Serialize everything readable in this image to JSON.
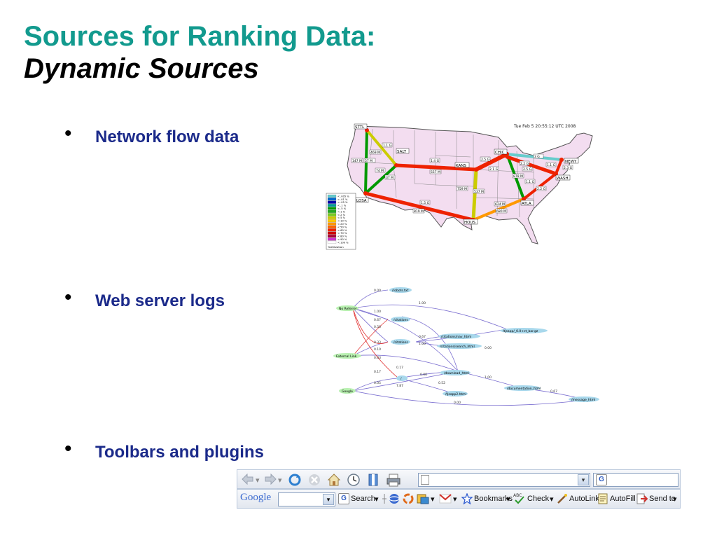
{
  "slide": {
    "title": "Sources for Ranking Data:",
    "subtitle": "Dynamic Sources"
  },
  "bullets": [
    {
      "glyph": "•",
      "text": "Network flow data"
    },
    {
      "glyph": "•",
      "text": "Web server logs"
    },
    {
      "glyph": "•",
      "text": "Toolbars and plugins"
    }
  ],
  "network_map": {
    "timestamp": "Tue Feb 5 20:55:12 UTC 2008",
    "nodes": [
      "STTL",
      "SALT",
      "LOSA",
      "KANS",
      "HOUS",
      "CHIC",
      "NEWY",
      "WASH",
      "ATLA"
    ],
    "link_labels": [
      "1.1 G",
      "469 M",
      "147 M",
      "57 M",
      "74 M",
      "37 M",
      "1.4 G",
      "557 M",
      "2.5 G",
      "2.1 G",
      "759 M",
      "537 M",
      "3 G",
      "2.2 G",
      "1.1 G",
      "2.3 G",
      "2.5 G",
      "878 M",
      "1.1 G",
      "2.2 G",
      "624 M",
      "680 M",
      "1.5 G",
      "819 M"
    ],
    "legend_items": [
      "< .005 %",
      "< .01 %",
      "< .05 %",
      "< .1 %",
      "< .5 %",
      "< 1 %",
      "< 2 %",
      "< 5 %",
      "< 10 %",
      "< 20 %",
      "< 50 %",
      "< 60 %",
      "< 70 %",
      "< 80 %",
      "< 90 %",
      "< 100 %"
    ],
    "legend_colors": [
      "#66cccc",
      "#0066cc",
      "#0000aa",
      "#009999",
      "#009900",
      "#22aa22",
      "#77cc22",
      "#cccc00",
      "#ffcc00",
      "#ff9900",
      "#ff6600",
      "#ee2200",
      "#cc0000",
      "#aa0033",
      "#cc33cc",
      "#ffffff"
    ],
    "legend_caption": "%Utilization"
  },
  "flow_graph": {
    "nodes": [
      "No Referrer",
      "External Link",
      "Google",
      "/robots.txt",
      "/citations",
      "/citations",
      "/citations/nav_html",
      "/citations/search_html",
      "/",
      "/download_html",
      "/tjsapp/_0.0+ct_bar.gz",
      "/tjsapp2.html",
      "/documentation_html",
      "/message_html"
    ],
    "edge_labels": [
      "0.00",
      "1.00",
      "1.00",
      "0.67",
      "0.50",
      "0.33",
      "0.10",
      "0.03",
      "0.17",
      "0.05",
      "0.17",
      "7.87",
      "0.00",
      "0.67",
      "1.00",
      "0.52",
      "0.00",
      "1.00",
      "0.67",
      "0.00"
    ]
  },
  "toolbar": {
    "nav_address_value": "",
    "google_logo": "Google",
    "search_label": "Search",
    "bookmarks_label": "Bookmarks",
    "check_label": "Check",
    "autolink_label": "AutoLink",
    "autofill_label": "AutoFill",
    "sendto_label": "Send to",
    "dropdown_arrow": "▾",
    "abc_label": "ABC"
  }
}
